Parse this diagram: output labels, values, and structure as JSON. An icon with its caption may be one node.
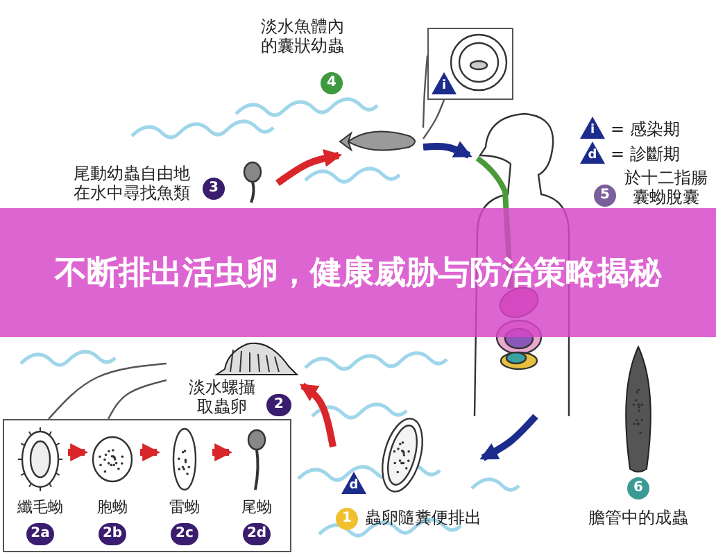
{
  "diagram": {
    "title": "不断排出活虫卵，健康威胁与防治策略揭秘",
    "nodes": [
      {
        "text": [
          "1",
          "蟲卵隨糞便排出"
        ]
      },
      {
        "text": [
          "淡水螺攝取蟲卵",
          "2"
        ]
      },
      {
        "text": [],
        "shape": "box"
      },
      {
        "text": [
          "纖毛蚴",
          "2a"
        ],
        "in": 2
      },
      {
        "text": [
          "胞蚴",
          "2b"
        ],
        "in": 2
      },
      {
        "text": [
          "雷蚴",
          "2c"
        ],
        "in": 2
      },
      {
        "text": [
          "尾蚴",
          "2d"
        ],
        "in": 2
      },
      {
        "text": [
          "尾動幼蟲自由地在水中尋找魚類",
          "3"
        ]
      },
      {
        "text": [
          "淡水魚體內的囊狀幼蟲",
          "4"
        ]
      },
      {
        "text": [],
        "shape": "box"
      },
      {
        "text": [],
        "shape": "person"
      },
      {
        "text": [
          "5",
          "於十二指腸囊蚴脫囊"
        ]
      },
      {
        "text": [
          "6",
          "膽管中的成蟲"
        ]
      }
    ],
    "edges": [
      {
        "from": 0,
        "to": 1,
        "arrow": "to"
      },
      {
        "from": 3,
        "to": 4,
        "arrow": "to"
      },
      {
        "from": 4,
        "to": 5,
        "arrow": "to"
      },
      {
        "from": 5,
        "to": 6,
        "arrow": "to"
      },
      {
        "from": 1,
        "to": 2,
        "arrow": "none",
        "color": "#555555"
      },
      {
        "from": 1,
        "to": 2,
        "arrow": "none",
        "color": "#555555"
      },
      {
        "from": 7,
        "to": 8,
        "arrow": "to"
      },
      {
        "from": 8,
        "to": 9,
        "arrow": "none",
        "color": "#555555"
      },
      {
        "from": 8,
        "to": 9,
        "arrow": "none",
        "color": "#555555"
      },
      {
        "from": 8,
        "to": 10,
        "arrow": "to",
        "color": "#1c2c8c"
      },
      {
        "from": 10,
        "to": 0,
        "arrow": "to",
        "color": "#1c2c8c"
      }
    ],
    "labels": [
      "i",
      "i",
      "d",
      "d"
    ],
    "legend": [
      {
        "text": "= 感染期"
      },
      {
        "text": "= 診斷期"
      }
    ]
  }
}
